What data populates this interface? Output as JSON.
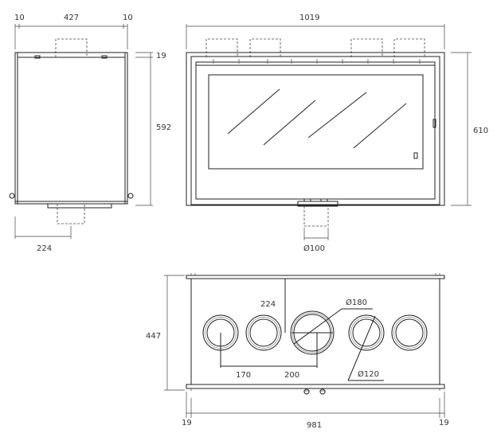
{
  "side_view": {
    "margin_left": "10",
    "width": "427",
    "margin_right": "10",
    "top_offset": "19",
    "height": "592",
    "bottom_offset": "224"
  },
  "front_view": {
    "width": "1019",
    "height": "610",
    "outlet_diameter": "Ø100"
  },
  "top_view": {
    "depth": "447",
    "label_224": "224",
    "label_170": "170",
    "label_200": "200",
    "large_outlet": "Ø180",
    "small_outlet": "Ø120",
    "left_offset": "19",
    "width": "981",
    "right_offset": "19"
  },
  "colors": {
    "line": "#222222",
    "text": "#333333"
  }
}
